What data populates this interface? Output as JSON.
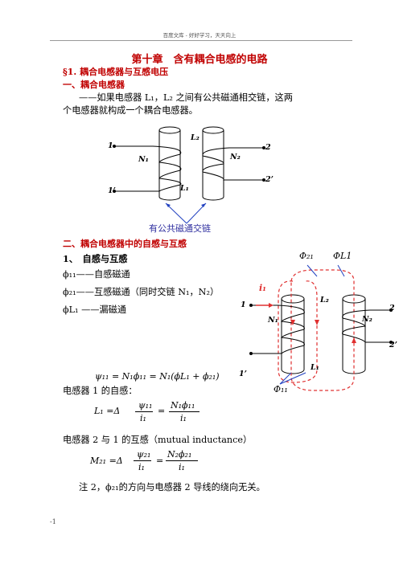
{
  "header": {
    "text": "百度文库 - 好好学习，天天向上"
  },
  "chapter_title": "第十章　含有耦合电感的电路",
  "section1": {
    "heading": "§1. 耦合电感器与互感电压",
    "sub1": "一、耦合电感器",
    "para_line1": "——如果电感器 L₁，L₂ 之间有公共磁通相交链，这两",
    "para_line2": "个电感器就构成一个耦合电感器。"
  },
  "figure1": {
    "label_1": "1",
    "label_1p": "1’",
    "label_2": "2",
    "label_2p": "2’",
    "label_N1": "N₁",
    "label_N2": "N₂",
    "label_L1": "L₁",
    "label_L2": "L₂",
    "caption": "有公共磁通交链"
  },
  "section2": {
    "heading": "二、耦合电感器中的自感与互感",
    "item1": "1、　自感与互感",
    "def1": "ϕ₁₁——自感磁通",
    "def2": "ϕ₂₁——互感磁通（同时交链 N₁，N₂）",
    "def3": "ϕL₁ ——漏磁通"
  },
  "figure2": {
    "phi21": "Φ₂₁",
    "phiL1": "ΦL1",
    "i1": "i₁",
    "label_1": "1",
    "label_1p": "1’",
    "label_2": "2",
    "label_2p": "2’",
    "label_N1": "N₁",
    "label_N2": "N₂",
    "label_L1": "L₁",
    "label_L2": "L₂",
    "phi11": "Φ₁₁"
  },
  "equations": {
    "psi11": "ψ₁₁ = N₁ϕ₁₁ = N₁(ϕL₁ + ϕ₂₁)",
    "self_ind_text": "电感器 1 的自感：",
    "L1_lhs": "L₁ =Δ",
    "L1_frac1_num": "ψ₁₁",
    "L1_frac1_den": "i₁",
    "L1_frac2_num": "N₁ϕ₁₁",
    "L1_frac2_den": "i₁",
    "mutual_text": "电感器 2 与 1 的互感（mutual inductance）",
    "M21_lhs": "M₂₁ =Δ",
    "M21_frac1_num": "ψ₂₁",
    "M21_frac1_den": "i₁",
    "M21_frac2_num": "N₂ϕ₂₁",
    "M21_frac2_den": "i₁",
    "note": "注 2，ϕ₂₁的方向与电感器 2 导线的绕向无关。"
  },
  "footer": {
    "page": "-1"
  },
  "colors": {
    "heading_red": "#c00000",
    "caption_blue": "#3030a0",
    "flux_red": "#e03030"
  }
}
